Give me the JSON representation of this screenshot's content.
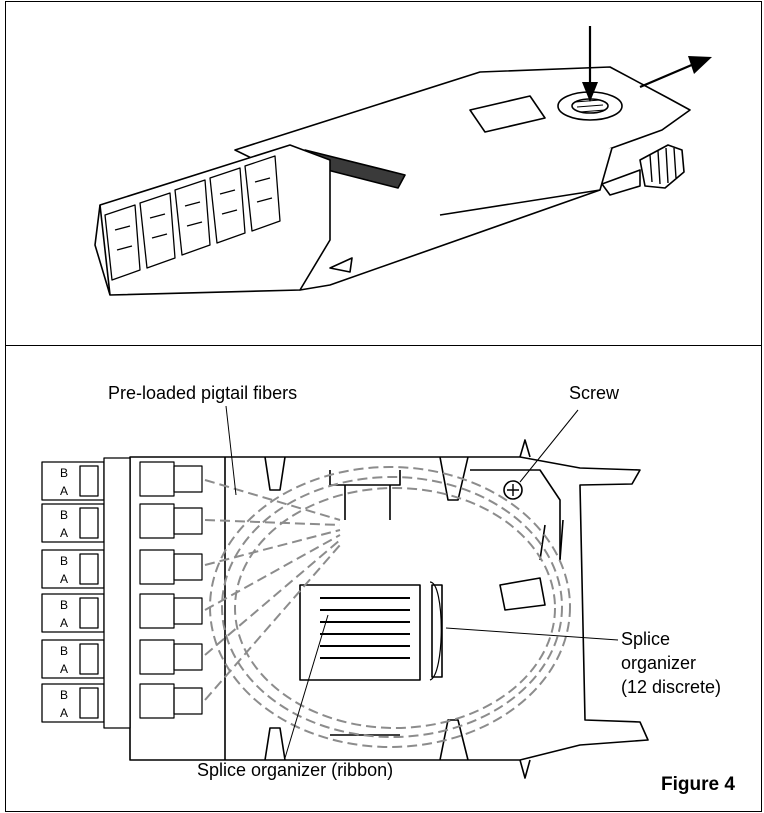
{
  "labels": {
    "pigtail": "Pre-loaded pigtail fibers",
    "screw": "Screw",
    "splice_discrete": "Splice\norganizer\n(12 discrete)",
    "splice_ribbon": "Splice organizer (ribbon)",
    "figure": "Figure 4"
  },
  "adapter_text": {
    "port_b": "B",
    "port_a": "A"
  },
  "colors": {
    "line": "#000000",
    "fiber": "#8c8c8c",
    "background": "#ffffff",
    "shade": "#d9d9d9"
  }
}
